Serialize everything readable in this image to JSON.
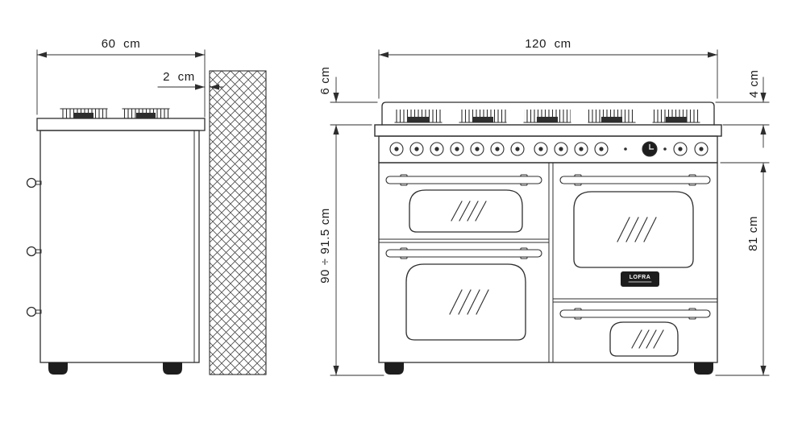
{
  "colors": {
    "line": "#2e2e2e",
    "dark_fill": "#1d1d1d",
    "background": "#ffffff",
    "text": "#1b1b1b"
  },
  "side_view": {
    "description": "side elevation of range cooker against hatched wall",
    "dims": {
      "depth": "60  cm",
      "wall_gap": "2  cm"
    }
  },
  "front_view": {
    "description": "front elevation of 120cm range cooker",
    "dims": {
      "width": "120  cm",
      "backguard_height": "6 cm",
      "top_edge": "4 cm",
      "overall_height": "90 ÷ 91.5 cm",
      "oven_height": "81 cm"
    },
    "logo": "LOFRA"
  }
}
